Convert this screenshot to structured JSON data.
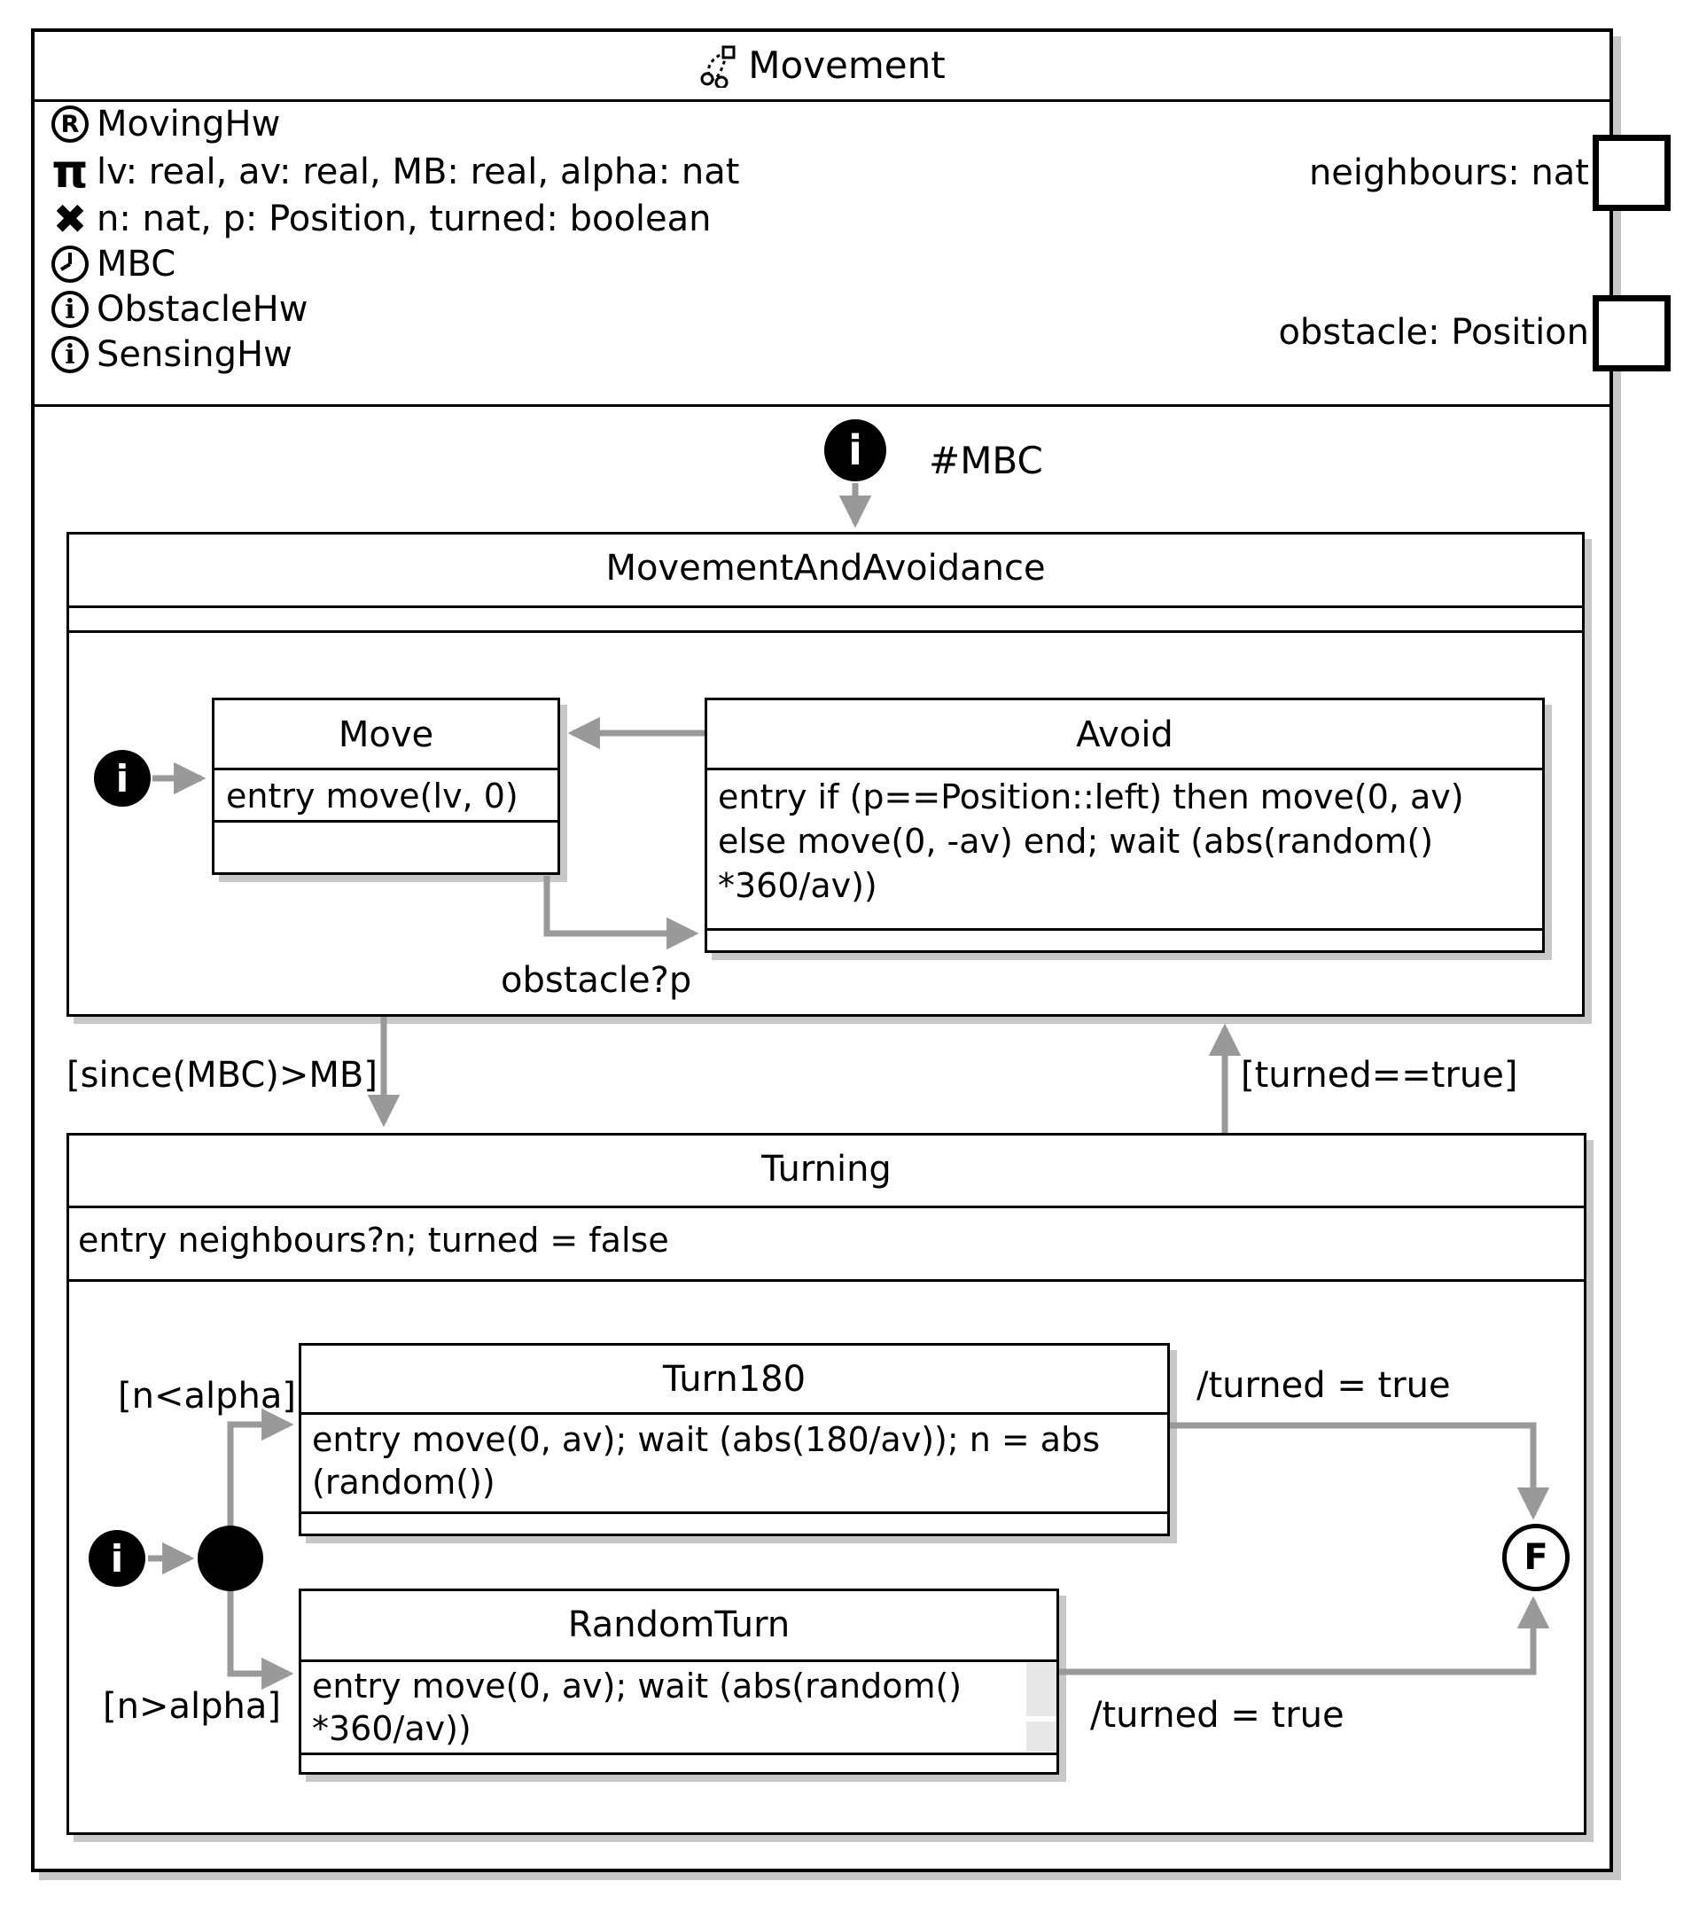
{
  "module": {
    "title": "Movement",
    "title_icon": "statechart-icon"
  },
  "declarations": {
    "items": [
      {
        "icon": "registered-icon",
        "text": "MovingHw"
      },
      {
        "icon": "pi-icon",
        "text": "lv: real, av: real, MB: real, alpha: nat"
      },
      {
        "icon": "x-icon",
        "text": "n: nat, p: Position, turned: boolean"
      },
      {
        "icon": "clock-icon",
        "text": "MBC"
      },
      {
        "icon": "info-icon",
        "text": "ObstacleHw"
      },
      {
        "icon": "info-icon",
        "text": "SensingHw"
      }
    ]
  },
  "events": {
    "neighbours": "neighbours: nat",
    "obstacle": "obstacle: Position"
  },
  "nodes": {
    "initial_label": "i",
    "final_label": "F"
  },
  "transitions": {
    "init_clock": "#MBC",
    "obstacle_trigger": "obstacle?p",
    "since_guard": "[since(MBC)>MB]",
    "turned_guard": "[turned==true]",
    "n_lt_alpha": "[n<alpha]",
    "n_gt_alpha": "[n>alpha]",
    "turned_action_top": "/turned = true",
    "turned_action_bottom": "/turned = true"
  },
  "states": {
    "movement_and_avoidance": {
      "title": "MovementAndAvoidance",
      "move": {
        "title": "Move",
        "entry": "entry move(lv, 0)"
      },
      "avoid": {
        "title": "Avoid",
        "entry": "entry if (p==Position::left) then move(0, av) else move(0, -av) end; wait (abs(random() *360/av))"
      }
    },
    "turning": {
      "title": "Turning",
      "entry": "entry neighbours?n; turned = false",
      "turn180": {
        "title": "Turn180",
        "entry": "entry move(0, av); wait (abs(180/av)); n = abs (random())"
      },
      "random_turn": {
        "title": "RandomTurn",
        "entry": "entry move(0, av); wait (abs(random() *360/av))"
      }
    }
  },
  "colors": {
    "arrow": "#999999",
    "border": "#000000",
    "shadow": "#c8c8c8",
    "background": "#ffffff"
  }
}
